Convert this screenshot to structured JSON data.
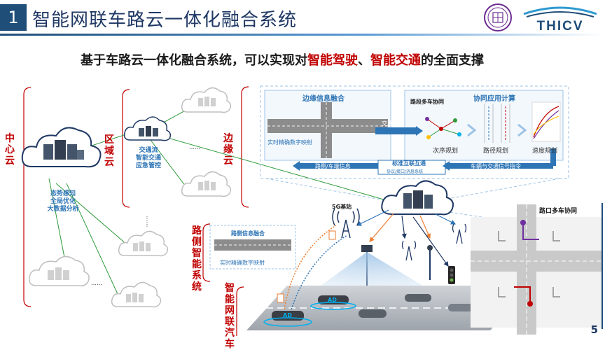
{
  "header": {
    "number": "1",
    "title": "智能网联车路云一体化融合系统",
    "logo_text": "THICV"
  },
  "subtitle": {
    "pre": "基于车路云一体化融合系统，可以实现对",
    "hl1": "智能驾驶",
    "sep": "、",
    "hl2": "智能交通",
    "post": "的全面支撑"
  },
  "layers": {
    "center_cloud": "中心云",
    "region_cloud": "区域云",
    "edge_cloud": "边缘云",
    "roadside": "路侧智能系统",
    "vehicle": "智能网联汽车"
  },
  "center_cloud_functions": [
    "态势感知",
    "全局优化",
    "大数据分析"
  ],
  "region_cloud_functions": [
    "交通流",
    "智能交通",
    "应急管控"
  ],
  "ellipsis": "……",
  "edge_panel": {
    "fusion_title": "边缘信息融合",
    "twin_label": "实时精确数字映射",
    "traffic_state": "交通状态",
    "coop_title": "协同应用计算",
    "multi_vehicle": "路段多车协同",
    "steps": [
      "次序规划",
      "路径规划",
      "速度规划"
    ],
    "road_info": "路侧/车端信息",
    "interconnect": "标准互联互通",
    "interconnect_sub": "协议/接口/消息系统",
    "signal_cmd": "车辆与交通信号指令"
  },
  "bs_label": "5G基站",
  "roadside_panel": {
    "title": "路侧信息融合",
    "twin": "实时精确数字映射"
  },
  "intersection": "路口多车协同",
  "vehicle_tag": "AD",
  "page_number": "5",
  "colors": {
    "red": "#c00000",
    "blue": "#2e75b6",
    "navy": "#1f3864",
    "green": "#2e9a3a",
    "orange": "#ed7d31"
  }
}
